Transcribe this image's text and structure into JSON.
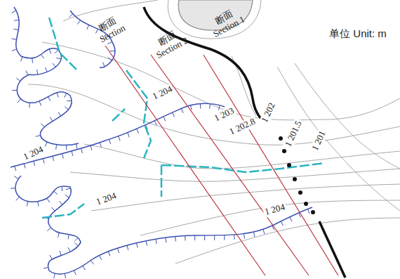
{
  "diagram": {
    "labels": [
      "断面 Section",
      "断面 Section 2",
      "断面 Section 1",
      "单位 Unit: m",
      "1 204",
      "1 204",
      "1 204",
      "1 204",
      "1 203",
      "1 202.8",
      "1 202",
      "1 201.5",
      "1 201"
    ]
  }
}
